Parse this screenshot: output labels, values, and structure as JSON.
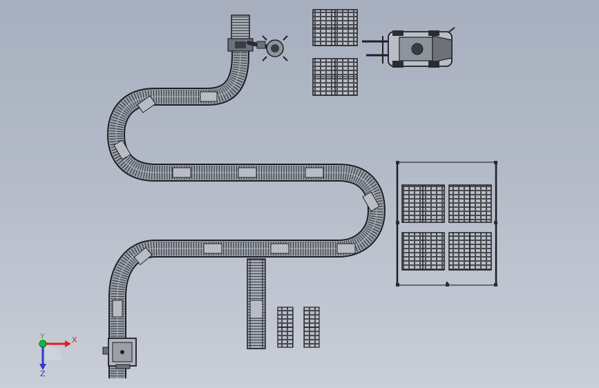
{
  "colors": {
    "belt_fill": "#9aa0aa",
    "belt_edge": "#1e1e22",
    "roller": "#3a3d44",
    "axis_x": "#e0201c",
    "axis_y": "#18b83a",
    "axis_z": "#2f39c9",
    "axis_origin": "#2a3db0"
  },
  "icons": {
    "robot": "robot-arm-icon",
    "forklift": "forklift-icon",
    "pallet": "pallet-icon",
    "rack": "rack-icon",
    "station": "station-icon"
  },
  "triad": {
    "x_label": "X",
    "y_label": "Y",
    "z_label": "Z"
  }
}
